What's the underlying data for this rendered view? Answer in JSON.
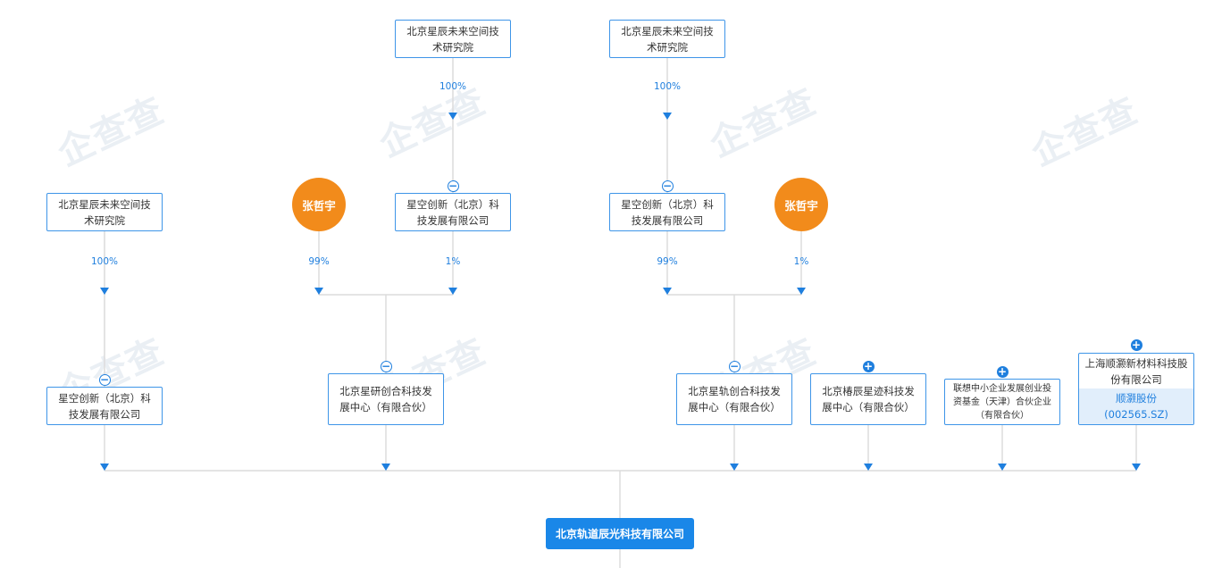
{
  "watermark": "企查查",
  "colors": {
    "line": "#dcdcdc",
    "accent": "#1f7fde",
    "person": "#f28b1b",
    "target": "#1a87e8"
  },
  "nodes": {
    "inst_a": "北京星辰未来空间技术研究院",
    "inst_b": "北京星辰未来空间技术研究院",
    "inst_c": "北京星辰未来空间技术研究院",
    "xk_left": "星空创新（北京）科技发展有限公司",
    "xk_mid": "星空创新（北京）科技发展有限公司",
    "xk_right": "星空创新（北京）科技发展有限公司",
    "person_1": "张哲宇",
    "person_2": "张哲宇",
    "yanchuang": "北京星研创合科技发展中心（有限合伙）",
    "guichuang": "北京星轨创合科技发展中心（有限合伙）",
    "chenxing": "北京椿辰星迹科技发展中心（有限合伙）",
    "lenovo_fund": "联想中小企业发展创业投资基金（天津）合伙企业（有限合伙）",
    "shunhao": "上海顺灏新材料科技股份有限公司",
    "shunhao_stock_name": "顺灏股份",
    "shunhao_stock_code": "(002565.SZ)",
    "target": "北京轨道辰光科技有限公司"
  },
  "percents": {
    "inst_b_to_xk_mid": "100%",
    "inst_c_to_xk_right": "100%",
    "inst_a_to_xk_left": "100%",
    "p1_to_yanchuang": "99%",
    "xk_mid_to_yanchuang": "1%",
    "xk_right_to_guichuang": "99%",
    "p2_to_guichuang": "1%"
  },
  "toggles": {
    "minus": "−",
    "plus": "+"
  }
}
